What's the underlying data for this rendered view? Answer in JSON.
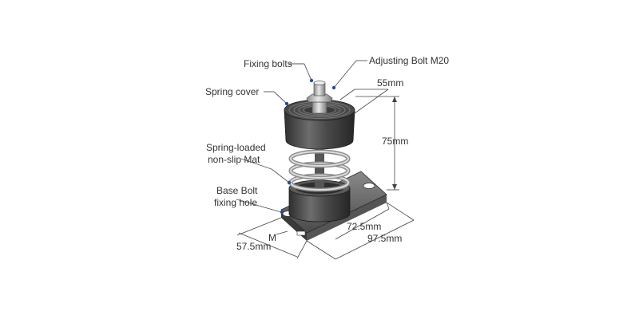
{
  "colors": {
    "body_dark": "#3d3d3d",
    "body_mid": "#6a6a6a",
    "body_light": "#9a9a9a",
    "metal": "#c8c8c8",
    "leader_dot": "#1f4e9a"
  },
  "callouts": {
    "fixing_bolts": "Fixing bolts",
    "adjusting_bolt": "Adjusting  Bolt M20",
    "spring_cover": "Spring cover",
    "spring_mat_line1": "Spring-loaded",
    "spring_mat_line2": "non-slip Mat",
    "base_bolt_line1": "Base Bolt",
    "base_bolt_line2": "fixing hole"
  },
  "dimensions": {
    "dia": "55mm",
    "height": "75mm",
    "inner_len": "72.5mm",
    "outer_len": "97.5mm",
    "width": "57.5mm",
    "m": "M"
  }
}
